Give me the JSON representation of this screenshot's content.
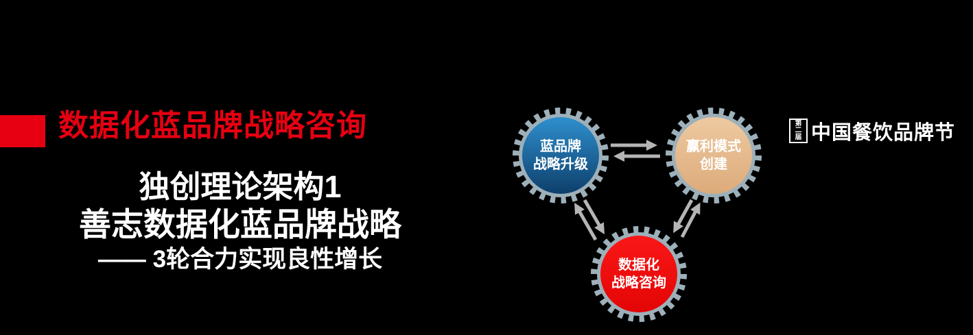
{
  "slide": {
    "background": "#000000"
  },
  "header": {
    "accent_color": "#e60012",
    "title": "数据化蓝品牌战略咨询"
  },
  "intro": {
    "line1": "独创理论架构1",
    "line2": "善志数据化蓝品牌战略",
    "line3": "—— 3轮合力实现良性增长"
  },
  "diagram": {
    "ring_color": "#9db0ba",
    "arrow_color": "#b5b5b5",
    "gears": [
      {
        "name": "blue-brand-strategy-upgrade",
        "line1": "蓝品牌",
        "line2": "战略升级",
        "color_top": "#2f8fce",
        "color_bottom": "#0d3f6b"
      },
      {
        "name": "profit-model-creation",
        "line1": "赢利模式",
        "line2": "创建",
        "color_top": "#eec9a1",
        "color_bottom": "#dcab7a"
      },
      {
        "name": "data-strategy-consulting",
        "line1": "数据化",
        "line2": "战略咨询",
        "color_top": "#fa1717",
        "color_bottom": "#e30505"
      }
    ]
  },
  "logo": {
    "badge": [
      "第",
      "二",
      "届"
    ],
    "text": "中国餐饮品牌节"
  }
}
